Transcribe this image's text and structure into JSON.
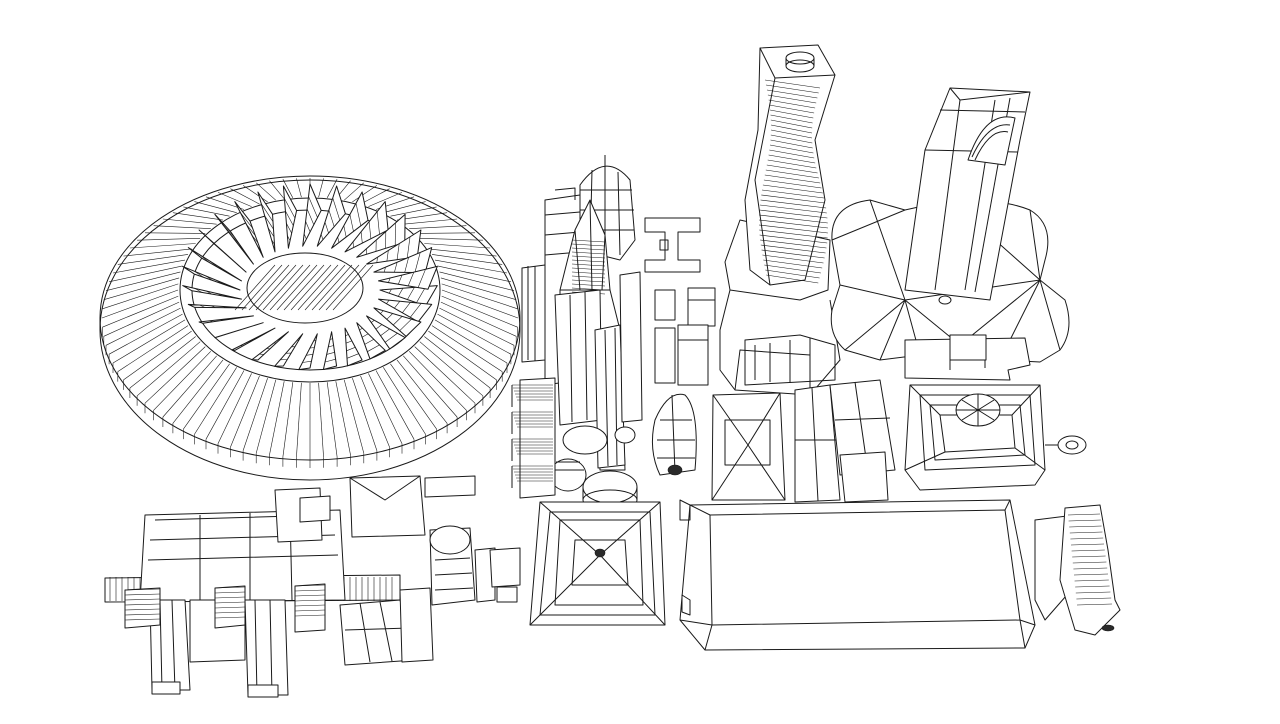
{
  "colors": {
    "background": "#ffffff",
    "line": "#1a1a1a"
  },
  "models": [
    "stadium",
    "pyramid-tower",
    "twisted-tower",
    "kingdom-tower",
    "domed-pavilion",
    "palace-complex",
    "square-monument",
    "long-hall",
    "medium-buildings",
    "terraced-blocks",
    "small-annex"
  ]
}
